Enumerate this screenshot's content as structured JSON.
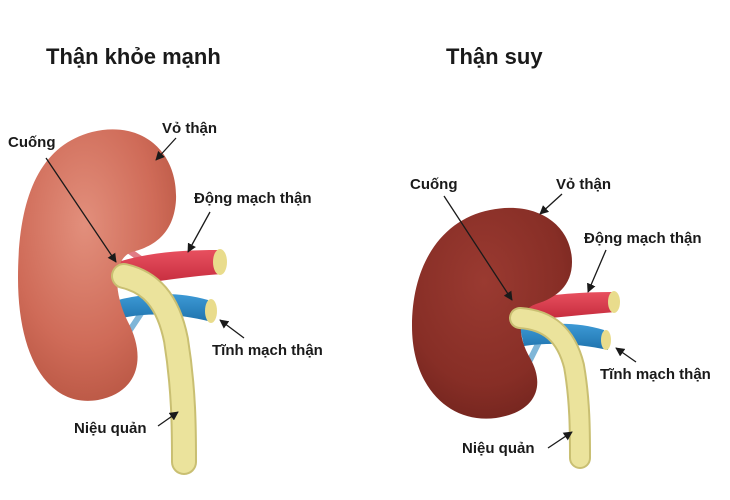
{
  "healthy": {
    "title": "Thận khỏe mạnh",
    "labels": {
      "hilum": "Cuống",
      "capsule": "Vỏ thận",
      "artery": "Động mạch thận",
      "vein": "Tĩnh mạch thận",
      "ureter": "Niệu quản"
    }
  },
  "failing": {
    "title": "Thận suy",
    "labels": {
      "hilum": "Cuống",
      "capsule": "Vỏ thận",
      "artery": "Động mạch thận",
      "vein": "Tĩnh mạch thận",
      "ureter": "Niệu quản"
    }
  },
  "colors": {
    "healthy_kidney": "#d2705e",
    "failing_kidney": "#8a3028",
    "artery": "#d8384a",
    "vein": "#2a86c4",
    "ureter": "#e8e09a"
  }
}
